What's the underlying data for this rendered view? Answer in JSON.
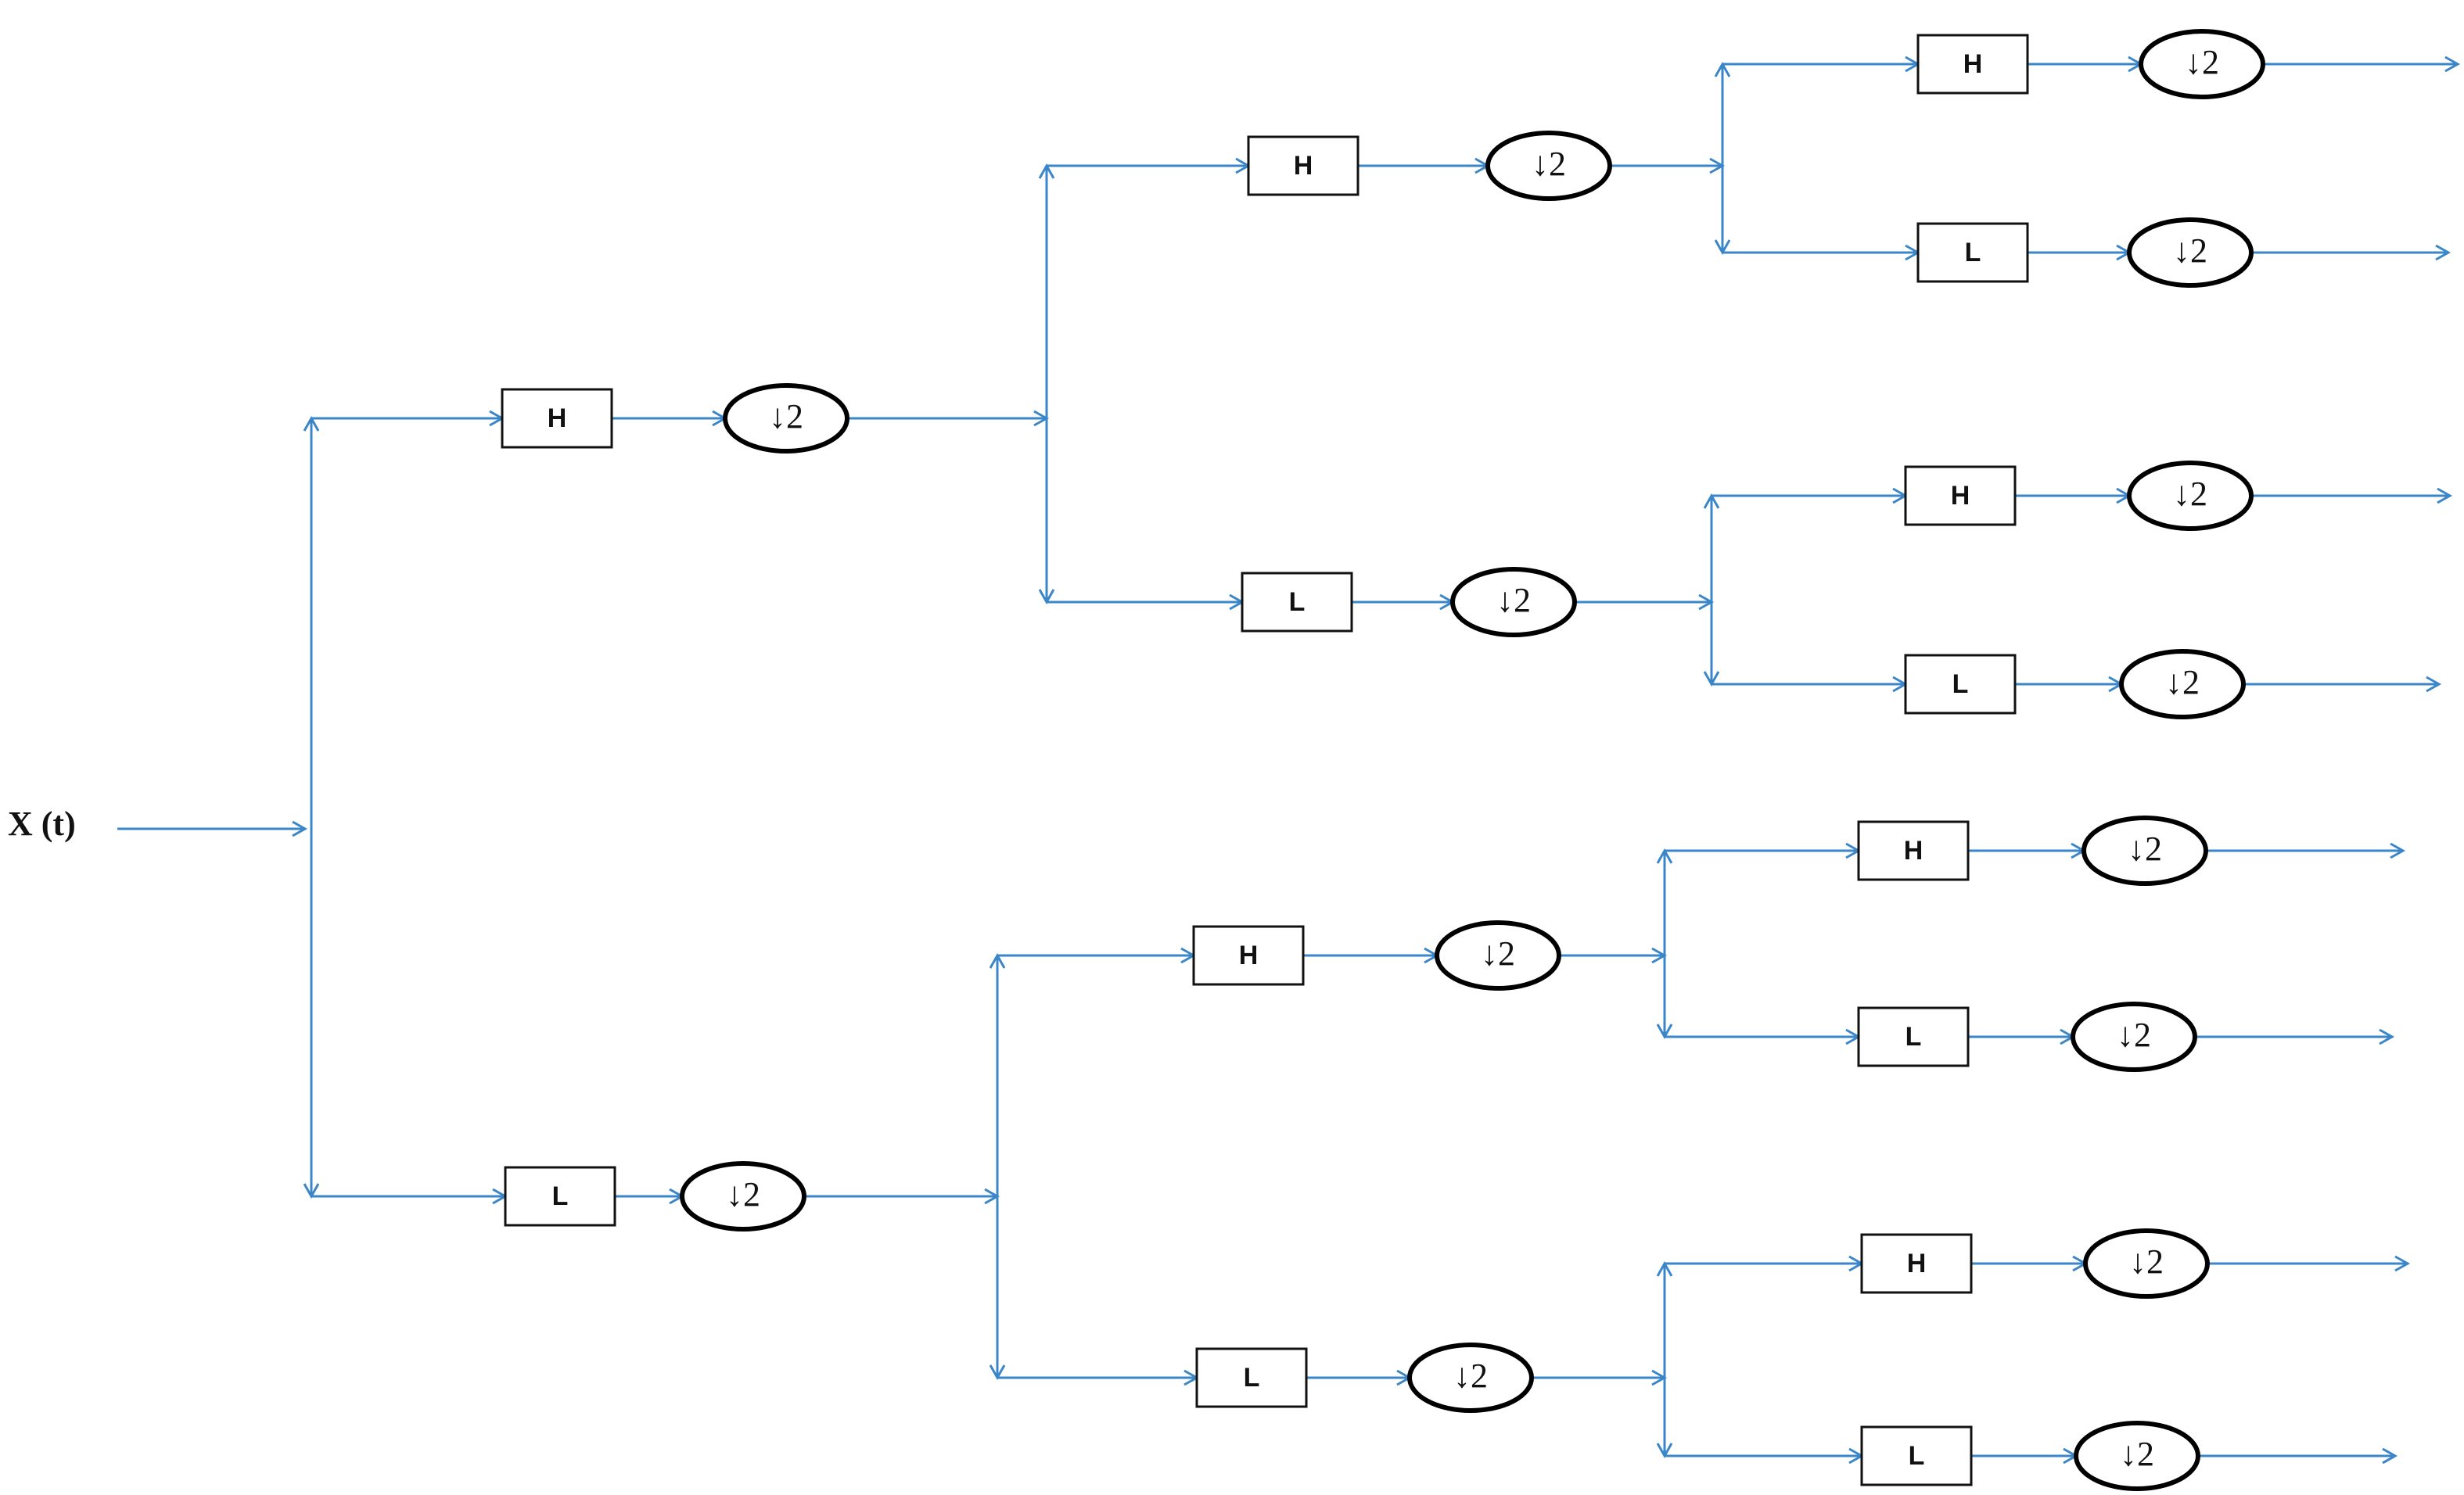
{
  "input_label": "X (t)",
  "high_label": "H",
  "low_label": "L",
  "downsample_label": "↓2",
  "colors": {
    "wire": "#3a86c8",
    "box": "#111111",
    "background": "#ffffff"
  }
}
